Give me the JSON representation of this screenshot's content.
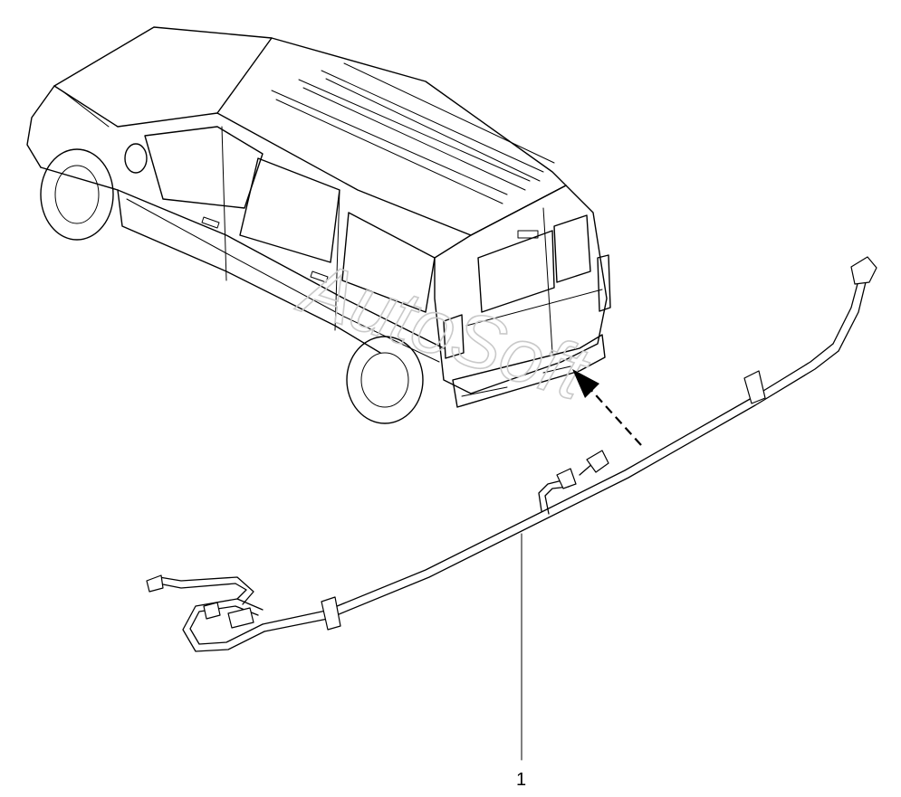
{
  "diagram": {
    "watermark": "AutoSoft",
    "callouts": [
      {
        "id": "1",
        "label": "1"
      }
    ]
  }
}
